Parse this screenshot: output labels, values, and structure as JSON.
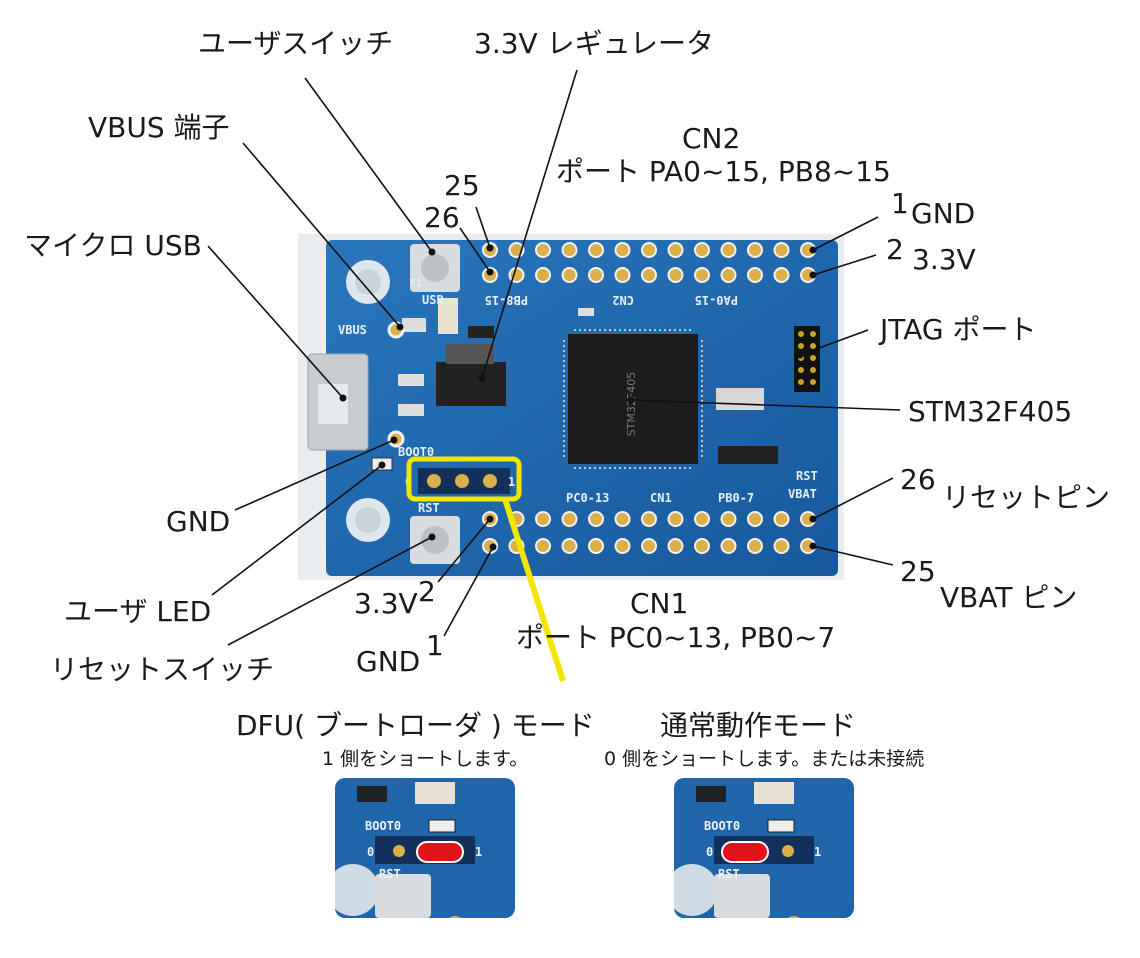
{
  "labels": {
    "user_switch": "ユーザスイッチ",
    "regulator": "3.3V レギュレータ",
    "vbus_terminal": "VBUS 端子",
    "cn2": "CN2",
    "cn2_ports": "ポート PA0~15, PB8~15",
    "cn2_pin25": "25",
    "cn2_pin26": "26",
    "micro_usb": "マイクロ USB",
    "cn2_pin1": "1",
    "cn2_gnd": "GND",
    "cn2_pin2": "2",
    "cn2_33v": "3.3V",
    "jtag": "JTAG ポート",
    "mcu": "STM32F405",
    "gnd_left": "GND",
    "pin26_right": "26",
    "reset_pin": "リセットピン",
    "pin25_right": "25",
    "vbat_pin": "VBAT ピン",
    "user_led": "ユーザ LED",
    "cn1_33v": "3.3V",
    "cn1_pin2": "2",
    "cn1": "CN1",
    "cn1_ports": "ポート PC0~13, PB0~7",
    "reset_switch": "リセットスイッチ",
    "cn1_gnd": "GND",
    "cn1_pin1": "1"
  },
  "silkscreen": {
    "usr": "USR",
    "vbus": "VBUS",
    "boot0": "BOOT0",
    "rst": "RST",
    "pb8_15": "PB8-15",
    "cn2": "CN2",
    "pa0_15": "PA0-15",
    "pc0_13": "PC0-13",
    "cn1": "CN1",
    "pb0_7": "PB0-7",
    "rst_vbat_1": "RST",
    "rst_vbat_2": "VBAT",
    "chip": "STM32F405",
    "f1": "F1",
    "zero": "0",
    "one": "1"
  },
  "modes": {
    "dfu_title": "DFU( ブートローダ ) モード",
    "dfu_desc": "1 側をショートします。",
    "normal_title": "通常動作モード",
    "normal_desc": "0 側をショートします。または未接続"
  },
  "colors": {
    "pcb": "#1d63a8",
    "highlight": "#f2e600",
    "jumper_short": "#e0121c"
  }
}
